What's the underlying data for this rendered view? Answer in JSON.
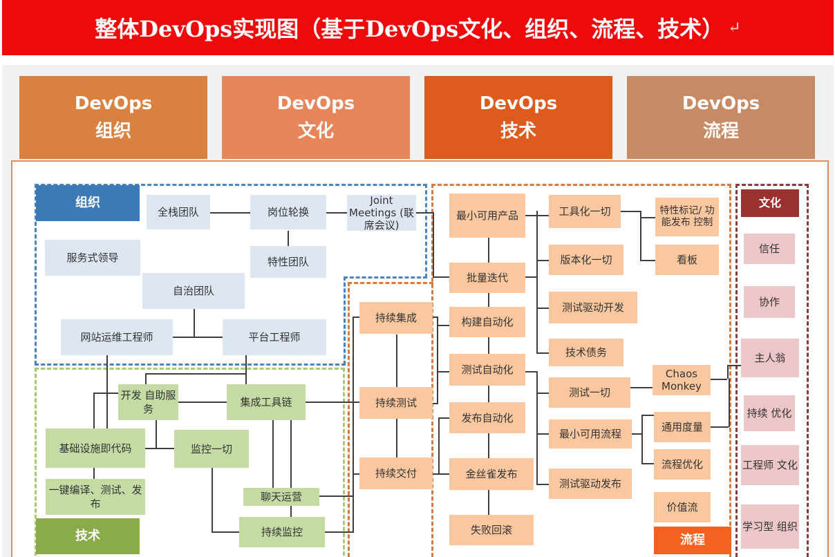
{
  "title": {
    "text": "整体DevOps实现图（基于DevOps文化、组织、流程、技术）",
    "return_mark": "↵"
  },
  "columns": [
    {
      "line1": "DevOps",
      "line2": "组织",
      "color": "#d9813f"
    },
    {
      "line1": "DevOps",
      "line2": "文化",
      "color": "#e6865a"
    },
    {
      "line1": "DevOps",
      "line2": "技术",
      "color": "#dd5c1d"
    },
    {
      "line1": "DevOps",
      "line2": "流程",
      "color": "#c68b64"
    }
  ],
  "sections": {
    "org": "组织",
    "tech": "技术",
    "culture": "文化",
    "process": "流程"
  },
  "org_nodes": {
    "fullstack": "全栈团队",
    "rotation": "岗位轮换",
    "joint": "Joint Meetings (联席会议)",
    "servant": "服务式领导",
    "feature_team": "特性团队",
    "autonomous": "自治团队",
    "sre": "网站运维工程师",
    "platform": "平台工程师"
  },
  "tech_nodes": {
    "self_service": "开发 自助服务",
    "toolchain": "集成工具链",
    "iac": "基础设施即代码",
    "monitor_all": "监控一切",
    "one_click": "一键编译、测试、发布",
    "chatops": "聊天运营",
    "cont_monitor": "持续监控"
  },
  "process_nodes": {
    "ci": "持续集成",
    "ct": "持续测试",
    "cd": "持续交付",
    "mvp": "最小可用产品",
    "batch_iter": "批量迭代",
    "build_auto": "构建自动化",
    "test_auto": "测试自动化",
    "release_auto": "发布自动化",
    "canary": "金丝雀发布",
    "rollback": "失败回滚",
    "tooling": "工具化一切",
    "versioning": "版本化一切",
    "tdd": "测试驱动开发",
    "tech_debt": "技术债务",
    "test_all": "测试一切",
    "mvp_flow": "最小可用流程",
    "test_driven_release": "测试驱动发布",
    "feature_flag": "特性标记/ 功能发布 控制",
    "kanban": "看板",
    "chaos": "Chaos Monkey",
    "common_metrics": "通用度量",
    "flow_opt": "流程优化",
    "value_stream": "价值流"
  },
  "culture_nodes": {
    "trust": "信任",
    "collab": "协作",
    "ownership": "主人翁",
    "continuous_opt": "持续 优化",
    "eng_culture": "工程师 文化",
    "learning_org": "学习型 组织"
  },
  "colors": {
    "banner": "#ee0a0a",
    "org_blue": "#3d79b7",
    "tech_green": "#8aab4a",
    "process_orange": "#f3621f",
    "culture_red": "#9a3232",
    "box_blue": "#dde6f1",
    "box_green": "#c5dba4",
    "box_orange": "#fbc79e",
    "box_pink": "#ecc6c9"
  }
}
